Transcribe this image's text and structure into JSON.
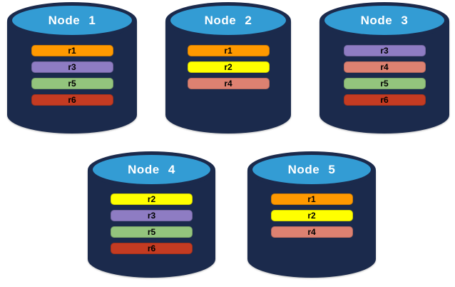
{
  "colors": {
    "cylinder_body": "#1b2a4c",
    "cylinder_top": "#339cd4",
    "replica_colors": {
      "r1": "#ff9900",
      "r2": "#ffff00",
      "r3": "#8e7cc3",
      "r4": "#dd8171",
      "r5": "#93c47d",
      "r6": "#c43b22"
    }
  },
  "nodes": [
    {
      "label": "Node 1",
      "replicas": [
        "r1",
        "r3",
        "r5",
        "r6"
      ]
    },
    {
      "label": "Node 2",
      "replicas": [
        "r1",
        "r2",
        "r4"
      ]
    },
    {
      "label": "Node 3",
      "replicas": [
        "r3",
        "r4",
        "r5",
        "r6"
      ]
    },
    {
      "label": "Node 4",
      "replicas": [
        "r2",
        "r3",
        "r5",
        "r6"
      ]
    },
    {
      "label": "Node 5",
      "replicas": [
        "r1",
        "r2",
        "r4"
      ]
    }
  ]
}
